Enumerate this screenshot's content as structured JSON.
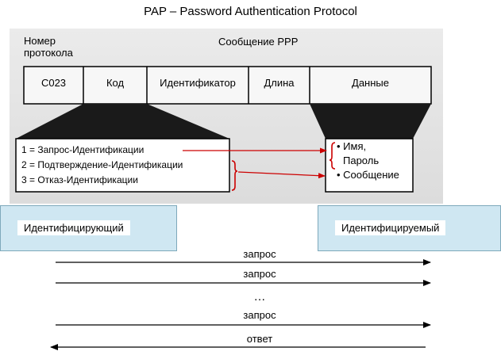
{
  "title": "PAP – Password Authentication  Protocol",
  "header": {
    "protocol_number_label_line1": "Номер",
    "protocol_number_label_line2": "протокола",
    "ppp_message_label": "Сообщение PPP"
  },
  "frame_fields": [
    "C023",
    "Код",
    "Идентификатор",
    "Длина",
    "Данные"
  ],
  "codes": [
    "1 = Запрос-Идентификации",
    "2 = Подтверждение-Идентификации",
    "3 = Отказ-Идентификации"
  ],
  "data_items": [
    "• Имя,",
    "Пароль",
    "• Сообщение"
  ],
  "parties": {
    "left": "Идентифицирующий",
    "right": "Идентифицируемый"
  },
  "exchange": [
    {
      "label": "запрос",
      "direction": "right"
    },
    {
      "label": "запрос",
      "direction": "right"
    },
    {
      "label": "…",
      "direction": "none"
    },
    {
      "label": "запрос",
      "direction": "right"
    },
    {
      "label": "ответ",
      "direction": "left"
    }
  ],
  "colors": {
    "link_arrow": "#cc0000",
    "party_fill": "#cfe7f2",
    "party_border": "#7ea9bb",
    "frame_fill": "#f7f7f7"
  }
}
